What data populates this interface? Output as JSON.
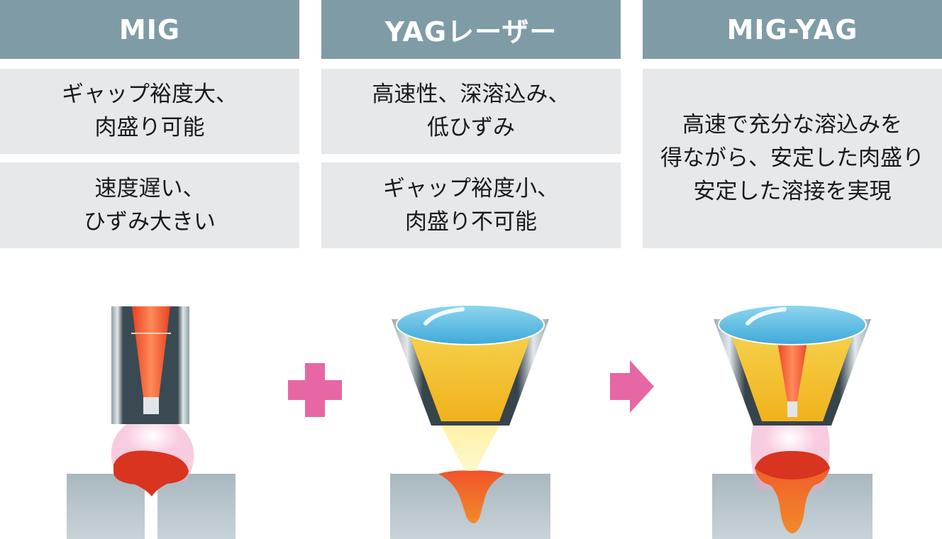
{
  "columns": [
    {
      "header": "MIG",
      "pro": "ギャップ裕度大、\n肉盛り可能",
      "con": "速度遅い、\nひずみ大きい"
    },
    {
      "header": "YAGレーザー",
      "pro": "高速性、深溶込み、\n低ひずみ",
      "con": "ギャップ裕度小、\n肉盛り不可能"
    },
    {
      "header": "MIG-YAG",
      "summary": "高速で充分な溶込みを\n得ながら、安定した肉盛り\n安定した溶接を実現"
    }
  ],
  "operators": {
    "plus": "plus-icon",
    "arrow": "arrow-right-icon"
  },
  "colors": {
    "header_bg": "#7f9ca6",
    "cell_bg": "#e6e8ea",
    "operator_pink": "#e667a4",
    "weld_red": "#d9341f",
    "lens_blue": "#6cc4e6",
    "beam_yellow": "#f4cf3c",
    "metal": "#b8c6cc"
  }
}
